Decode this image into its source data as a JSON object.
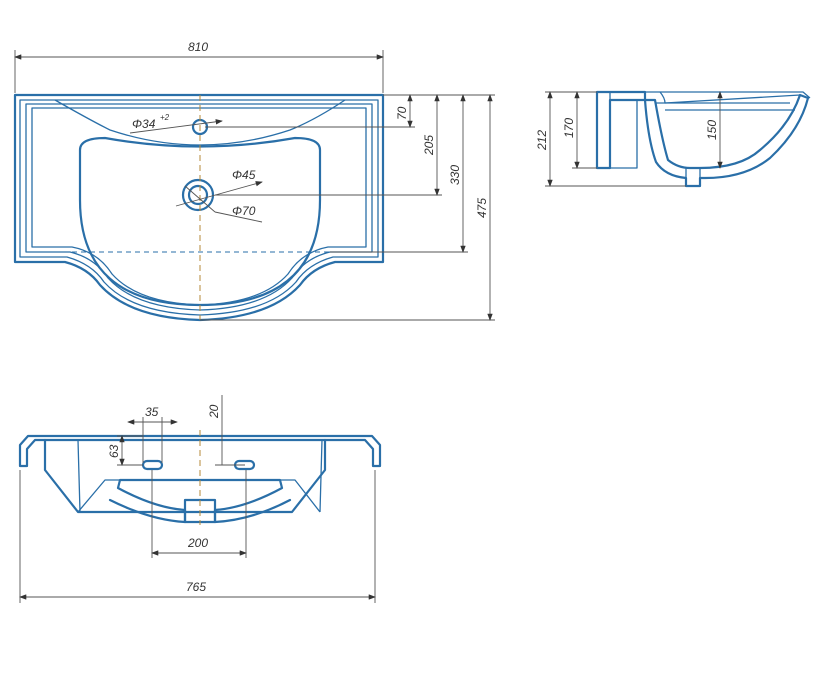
{
  "dimensions": {
    "width_top": "810",
    "tap_offset": "70",
    "drain_offset": "205",
    "bowl_depth": "330",
    "total_depth": "475",
    "tap_hole": "Φ34",
    "tap_hole_tol": "+2",
    "drain_hole": "Φ45",
    "drain_outer": "Φ70",
    "side_height": "212",
    "side_inner": "170",
    "side_bowl": "150",
    "slot_width": "35",
    "slot_offset": "20",
    "slot_height": "63",
    "mount_spacing": "200",
    "width_bottom": "765"
  },
  "colors": {
    "outline": "#2a6fa8",
    "dimension": "#555555",
    "centerline": "#b58a3a"
  }
}
